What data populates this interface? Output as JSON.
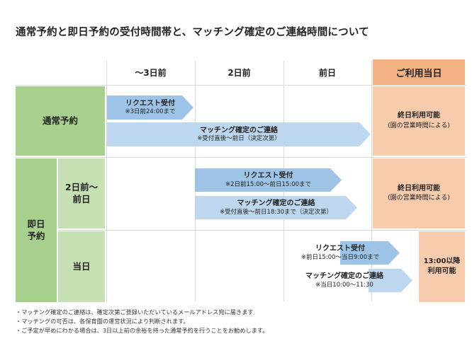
{
  "title": "通常予約と即日予約の受付時間帯と、マッチング確定のご連絡時間について",
  "columns": [
    "〜3日前",
    "2日前",
    "前日",
    "ご利用当日"
  ],
  "rows": {
    "normal": "通常予約",
    "sameday": "即日\n予約",
    "sub_2days": "2日前〜\n前日",
    "sub_today": "当日"
  },
  "normal": {
    "request": {
      "title": "リクエスト受付",
      "sub": "※3日前24:00まで"
    },
    "matching": {
      "title": "マッチング確定のご連絡",
      "sub": "※受付直後〜前日（決定次第）"
    },
    "available": {
      "main": "終日利用可能",
      "sub": "(園の営業時間による)"
    }
  },
  "sameday_2days": {
    "request": {
      "title": "リクエスト受付",
      "sub": "※2日前15:00〜前日15:00まで"
    },
    "matching": {
      "title": "マッチング確定のご連絡",
      "sub": "※受付直後〜前日18:30まで（決定次第）"
    },
    "available": {
      "main": "終日利用可能",
      "sub": "(園の営業時間による)"
    }
  },
  "sameday_today": {
    "request": {
      "title": "リクエスト受付",
      "sub": "※前日15:00〜当日9:00まで"
    },
    "matching": {
      "title": "マッチング確定のご連絡",
      "sub": "※当日10:00〜11:30"
    },
    "available": {
      "main": "13:00以降\n利用可能"
    }
  },
  "notes": [
    "・マッチング確定のご連絡は、確定次第ご登録いただいているメールアドレス宛に届きます",
    "・マッチングの可否は、各保育園の運営状況により判断されます。",
    "・ご予定が早めにわかる場合は、3日以上前の余裕を持った通常予約を行うことをお勧めします。"
  ],
  "colors": {
    "green_dark": "#a8d08d",
    "green_light": "#c5e0b3",
    "peach": "#f8cbad",
    "peach_head": "#f4b183",
    "arrow_dark": "#9dc3e6",
    "arrow_light": "#bdd7ee"
  }
}
